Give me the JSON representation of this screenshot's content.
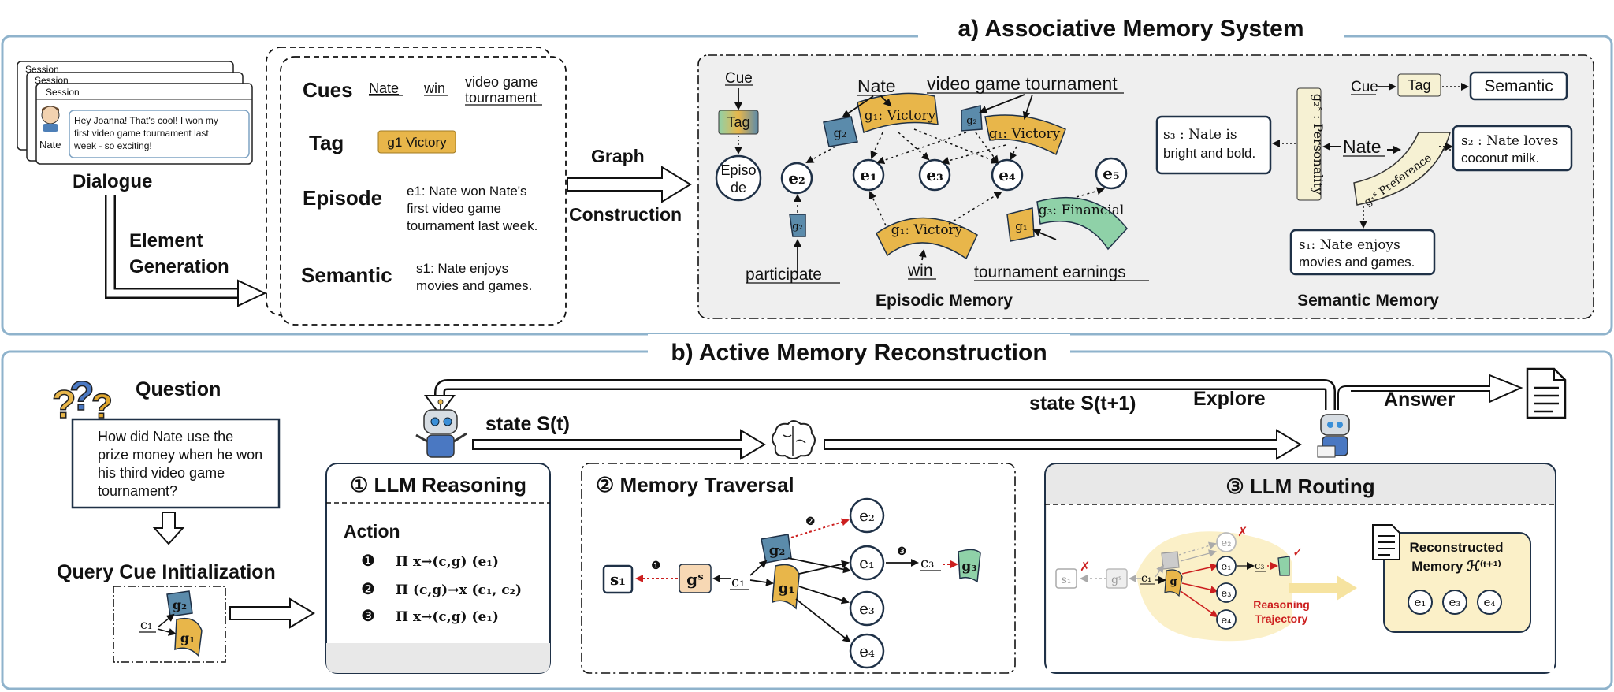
{
  "colors": {
    "panel_border": "#8fb3cc",
    "node_stroke": "#1f3147",
    "tag_gold": "#e8b64a",
    "tag_blue": "#5b8bab",
    "tag_green": "#8fd1a8",
    "tag_cream": "#f6f1d3",
    "gray_panel": "#efefef",
    "red": "#cc1f1f",
    "highlight": "#fbf0c8"
  },
  "section_a": {
    "title": "a) Associative Memory System",
    "session_label": "Session",
    "speaker": "Nate",
    "dialogue_text": [
      "Hey Joanna! That's cool! I won my",
      "first video game tournament last",
      "week - so exciting!"
    ],
    "dialogue_caption": "Dialogue",
    "element_generation": [
      "Element",
      "Generation"
    ],
    "graph_construction": [
      "Graph",
      "Construction"
    ],
    "cues_label": "Cues",
    "cue_words": [
      "Nate",
      "win",
      "video game",
      "tournament"
    ],
    "tag_label": "Tag",
    "tag_value": "g1 Victory",
    "episode_label": "Episode",
    "episode_text": [
      "e1: Nate won Nate's",
      "first video game",
      "tournament last week."
    ],
    "semantic_label": "Semantic",
    "semantic_text": [
      "s1: Nate enjoys",
      "movies and games."
    ],
    "episodic": {
      "legend_cue": "Cue",
      "legend_tag": "Tag",
      "legend_episode": [
        "Episo",
        "de"
      ],
      "cue_nate": "Nate",
      "cue_vgt": "video game tournament",
      "cue_participate": "participate",
      "cue_win": "win",
      "cue_earnings": "tournament earnings",
      "g1_victory": "g₁: Victory",
      "g3_financial": "g₃: Financial",
      "g1_short": "g₁",
      "g2_short": "g₂",
      "episodes": [
        "e₁",
        "e₂",
        "e₃",
        "e₄",
        "e₅"
      ],
      "caption": "Episodic Memory"
    },
    "semantic_mem": {
      "cue": "Cue",
      "tag": "Tag",
      "semantic": "Semantic",
      "personality": "g₂ˢ : Personality",
      "preference": "g₁ˢ Preference",
      "nate": "Nate",
      "s3": [
        "s₃ : Nate is",
        "bright and bold."
      ],
      "s2": [
        "s₂ : Nate loves",
        "coconut milk."
      ],
      "s1": [
        "s₁: Nate enjoys",
        "movies and games."
      ],
      "caption": "Semantic Memory"
    }
  },
  "section_b": {
    "title": "b) Active Memory Reconstruction",
    "question_label": "Question",
    "question_text": [
      "How did Nate use the",
      "prize money when he won",
      "his third video game",
      "tournament?"
    ],
    "query_init": "Query Cue Initialization",
    "c1": "c₁",
    "g1": "g₁",
    "g2": "g₂",
    "state_t": "state S(t)",
    "state_t1": "state S(t+1)",
    "explore": "Explore",
    "answer": "Answer",
    "llm_reasoning": "① LLM Reasoning",
    "action_label": "Action",
    "actions": [
      "Π x→(c,g) (e₁)",
      "Π (c,g)→x (c₁, c₂)",
      "Π x→(c,g) (e₁)"
    ],
    "action_nums": [
      "❶",
      "❷",
      "❸"
    ],
    "memory_traversal": "② Memory Traversal",
    "traversal": {
      "s1": "s₁",
      "gs": "gˢ",
      "c1": "c₁",
      "g1": "g₁",
      "g2": "g₂",
      "g3": "g₃",
      "c3": "c₃",
      "e1": "e₁",
      "e2": "e₂",
      "e3": "e₃",
      "e4": "e₄",
      "n1": "❶",
      "n2": "❷",
      "n3": "❸"
    },
    "llm_routing": "③ LLM Routing",
    "routing": {
      "s1": "s₁",
      "gs": "gˢ",
      "c1": "c₁",
      "c3": "c₃",
      "e1": "e₁",
      "e2": "e₂",
      "e3": "e₃",
      "e4": "e₄",
      "g": "g",
      "cross": "✗",
      "check": "✓",
      "reasoning": [
        "Reasoning",
        "Trajectory"
      ]
    },
    "reconstructed": [
      "Reconstructed",
      "Memory ℋ⁽ᵗ⁺¹⁾"
    ],
    "recon_nodes": [
      "e₁",
      "e₃",
      "e₄"
    ]
  }
}
